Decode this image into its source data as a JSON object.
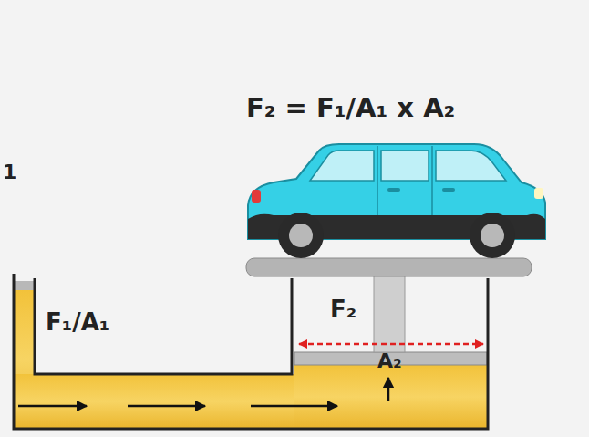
{
  "diagram": {
    "title": "F₂ = F₁/A₁ x A₂",
    "labels": [
      "1",
      "F₁/A₁",
      "F₂",
      "A₂"
    ]
  }
}
